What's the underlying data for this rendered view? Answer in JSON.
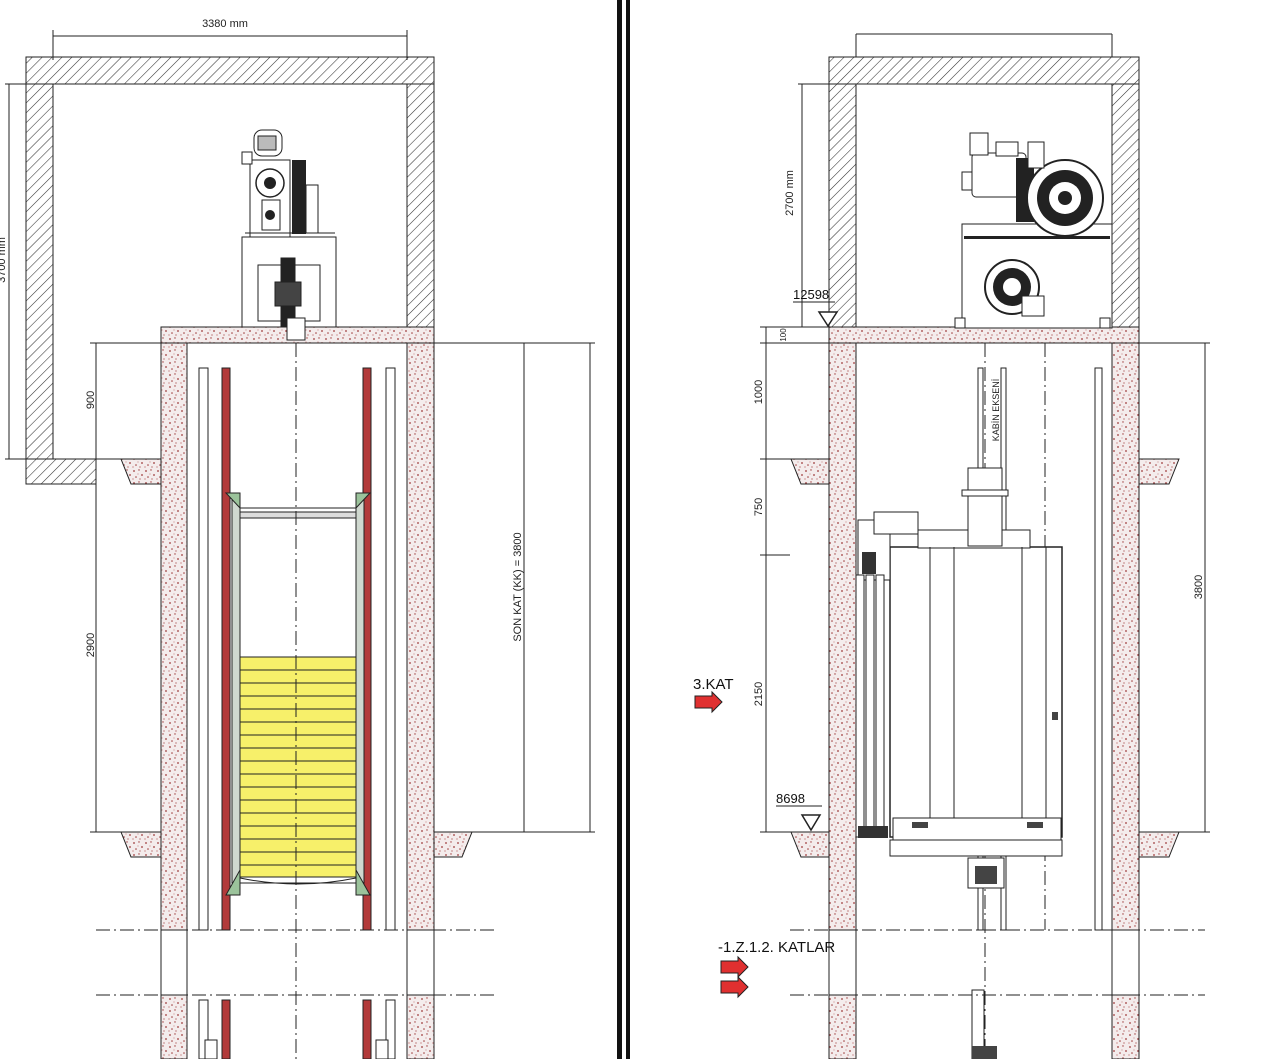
{
  "drawing": {
    "left_view": {
      "top_width_dim": "3380 mm",
      "machine_room_height_dim": "3700 mm",
      "dim_900": "900",
      "dim_2900": "2900",
      "son_kat_label": "SON KAT (KK) = 3800"
    },
    "right_view": {
      "machine_room_height_dim": "2700 mm",
      "level_top": "12598",
      "level_bottom": "8698",
      "dim_100": "100",
      "dim_1000": "1000",
      "dim_750": "750",
      "dim_2150": "2150",
      "dim_3800": "3800",
      "cabin_axis_label": "KABİN EKSENİ",
      "floor_3": "3.KAT",
      "floors_lower": "-1.Z.1.2. KATLAR"
    }
  },
  "colors": {
    "rail": "#b23a3a",
    "counterweight_fill": "#f7f06a",
    "concrete_dot": "#9e3b3b",
    "floor_arrow": "#e03030",
    "line": "#222222"
  }
}
